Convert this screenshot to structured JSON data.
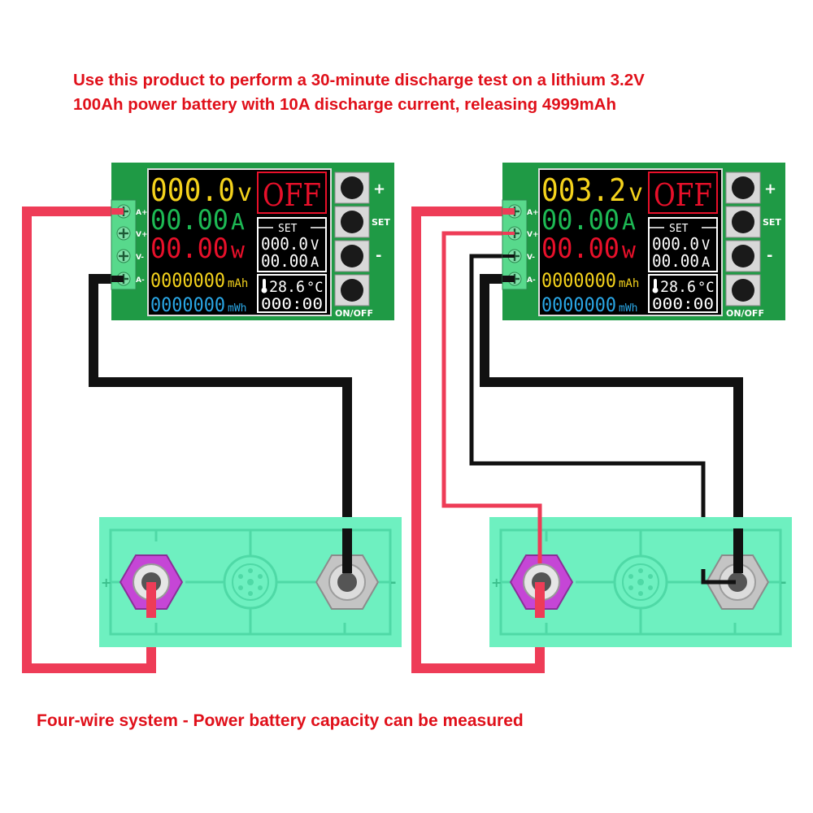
{
  "headline": {
    "line1": "Use this product to perform a 30-minute discharge test on a lithium 3.2V",
    "line2": "100Ah power battery with 10A discharge current, releasing 4999mAh"
  },
  "footnote": "Four-wire system - Power battery capacity can be measured",
  "colors": {
    "text_red": "#e0101a",
    "pcb_green": "#1f9a45",
    "wire_red": "#ee3c57",
    "wire_black": "#111111",
    "battery_teal": "#6ef0c0"
  },
  "terminal_labels": [
    "A+",
    "V+",
    "V-",
    "A-"
  ],
  "button_labels": {
    "plus": "+",
    "set": "SET",
    "minus": "-",
    "power": "ON/OFF"
  },
  "battery_polarity": {
    "positive": "+",
    "negative": "-"
  },
  "meters": [
    {
      "voltage": "000.0",
      "voltage_unit": "v",
      "current": "00.00",
      "current_unit": "A",
      "power": "00.00",
      "power_unit": "w",
      "capacity": "0000000",
      "capacity_unit": "mAh",
      "energy": "0000000",
      "energy_unit": "mWh",
      "state": "OFF",
      "set_title": "SET",
      "set_voltage": "000.0",
      "set_voltage_unit": "V",
      "set_current": "00.00",
      "set_current_unit": "A",
      "temperature": "28.6",
      "temperature_unit": "°C",
      "timer": "000:00"
    },
    {
      "voltage": "003.2",
      "voltage_unit": "v",
      "current": "00.00",
      "current_unit": "A",
      "power": "00.00",
      "power_unit": "w",
      "capacity": "0000000",
      "capacity_unit": "mAh",
      "energy": "0000000",
      "energy_unit": "mWh",
      "state": "OFF",
      "set_title": "SET",
      "set_voltage": "000.0",
      "set_voltage_unit": "V",
      "set_current": "00.00",
      "set_current_unit": "A",
      "temperature": "28.6",
      "temperature_unit": "°C",
      "timer": "000:00"
    }
  ]
}
